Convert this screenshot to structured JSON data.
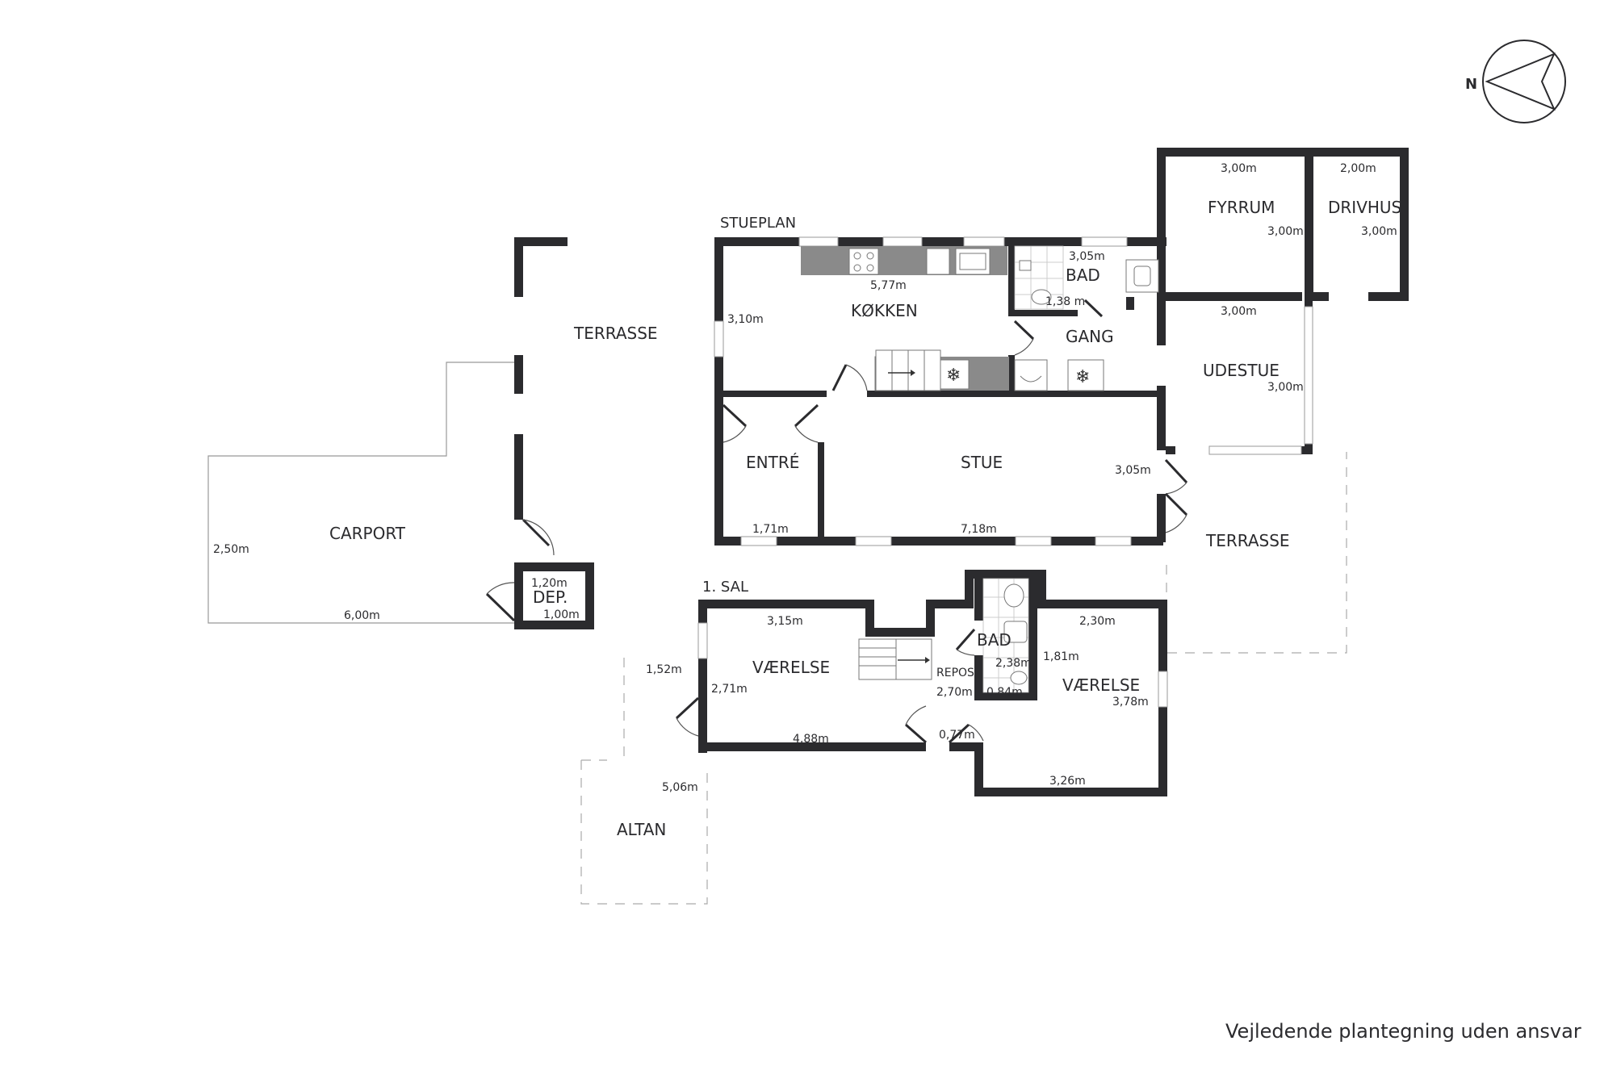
{
  "north_label": "N",
  "floors": [
    {
      "label": "STUEPLAN"
    },
    {
      "label": "1. SAL"
    }
  ],
  "rooms": [
    {
      "id": "terrasse-nw",
      "name": "TERRASSE"
    },
    {
      "id": "carport",
      "name": "CARPORT",
      "dims": [
        "2,50m",
        "6,00m"
      ]
    },
    {
      "id": "dep",
      "name": "DEP.",
      "dims": [
        "1,20m",
        "1,00m"
      ]
    },
    {
      "id": "kokken",
      "name": "KØKKEN",
      "dims": [
        "5,77m",
        "3,10m"
      ]
    },
    {
      "id": "bad-ground",
      "name": "BAD",
      "dims": [
        "3,05m",
        "1,38 m"
      ]
    },
    {
      "id": "gang",
      "name": "GANG"
    },
    {
      "id": "fyrrum",
      "name": "FYRRUM",
      "dims": [
        "3,00m",
        "3,00m"
      ]
    },
    {
      "id": "drivhus",
      "name": "DRIVHUS",
      "dims": [
        "2,00m",
        "3,00m"
      ]
    },
    {
      "id": "udestue",
      "name": "UDESTUE",
      "dims": [
        "3,00m",
        "3,00m"
      ]
    },
    {
      "id": "entre",
      "name": "ENTRÉ",
      "dims": [
        "1,71m"
      ]
    },
    {
      "id": "stue",
      "name": "STUE",
      "dims": [
        "7,18m",
        "3,05m"
      ]
    },
    {
      "id": "terrasse-se",
      "name": "TERRASSE"
    },
    {
      "id": "vaerelse-1",
      "name": "VÆRELSE",
      "dims": [
        "3,15m",
        "2,71m",
        "4,88m",
        "1,52m"
      ]
    },
    {
      "id": "repos",
      "name": "REPOS",
      "dims": [
        "2,70m",
        "0,77m"
      ]
    },
    {
      "id": "bad-first",
      "name": "BAD",
      "dims": [
        "2,38m",
        "0,84m"
      ]
    },
    {
      "id": "vaerelse-2",
      "name": "VÆRELSE",
      "dims": [
        "2,30m",
        "1,81m",
        "3,78m",
        "3,26m"
      ]
    },
    {
      "id": "altan",
      "name": "ALTAN",
      "dims": [
        "5,06m"
      ]
    }
  ],
  "disclaimer": "Vejledende plantegning uden ansvar"
}
